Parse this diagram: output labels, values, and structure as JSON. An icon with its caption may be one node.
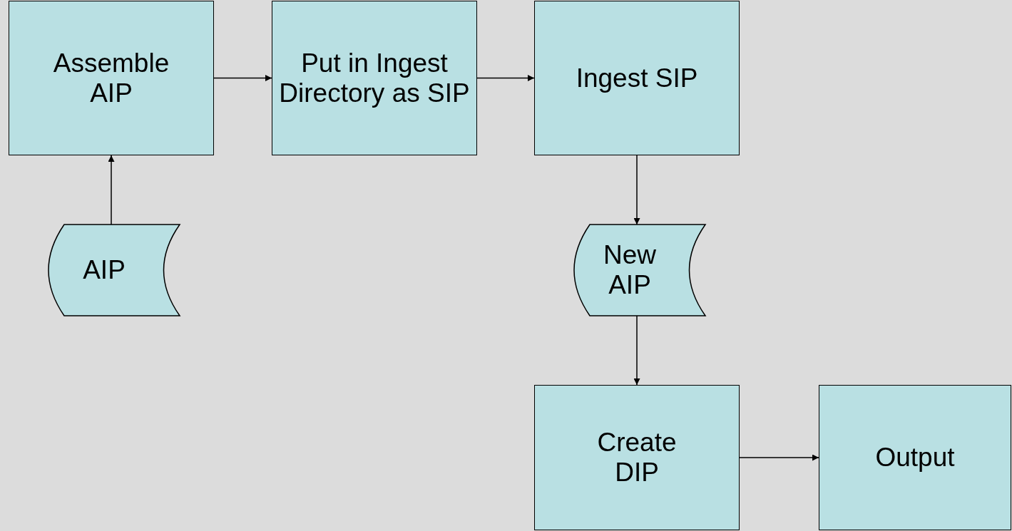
{
  "diagram": {
    "nodes": [
      {
        "text": [
          "Assemble AIP"
        ]
      },
      {
        "text": [
          "Put in Ingest Directory as SIP"
        ]
      },
      {
        "text": [
          "Ingest SIP"
        ]
      },
      {
        "text": [
          "AIP"
        ]
      },
      {
        "text": [
          "New AIP"
        ]
      },
      {
        "text": [
          "Create DIP"
        ]
      },
      {
        "text": [
          "Output"
        ]
      }
    ],
    "edges": [
      {
        "from": 3,
        "to": 0,
        "arrow": "to"
      },
      {
        "from": 0,
        "to": 1,
        "arrow": "to"
      },
      {
        "from": 1,
        "to": 2,
        "arrow": "to"
      },
      {
        "from": 2,
        "to": 4,
        "arrow": "to"
      },
      {
        "from": 4,
        "to": 5,
        "arrow": "to"
      },
      {
        "from": 5,
        "to": 6,
        "arrow": "to"
      }
    ]
  }
}
